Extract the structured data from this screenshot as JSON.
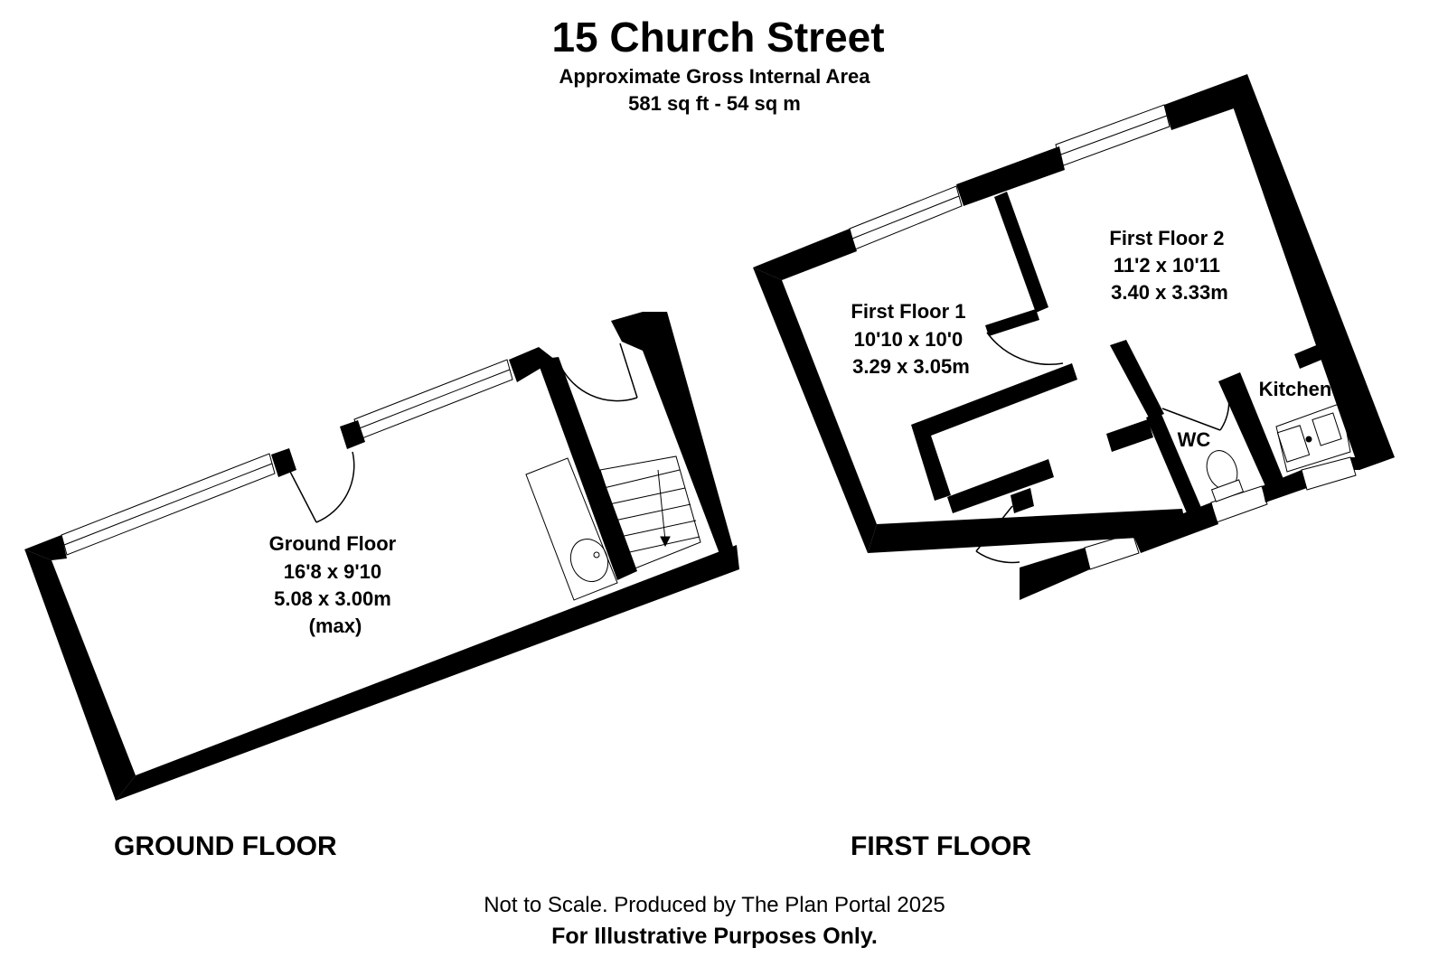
{
  "header": {
    "title": "15 Church Street",
    "area_label": "Approximate Gross Internal Area",
    "area_value": "581 sq ft - 54 sq m"
  },
  "ground_floor": {
    "floor_label": "GROUND FLOOR",
    "room": {
      "name": "Ground Floor",
      "imperial": "16'8 x 9'10",
      "metric": "5.08 x 3.00m",
      "note": "(max)"
    }
  },
  "first_floor": {
    "floor_label": "FIRST FLOOR",
    "rooms": [
      {
        "name": "First Floor 1",
        "imperial": "10'10 x 10'0",
        "metric": "3.29 x 3.05m"
      },
      {
        "name": "First Floor 2",
        "imperial": "11'2 x 10'11",
        "metric": "3.40 x 3.33m"
      },
      {
        "name": "WC"
      },
      {
        "name": "Kitchen"
      }
    ]
  },
  "footer": {
    "disclaimer": "Not to Scale. Produced by The Plan Portal 2025",
    "purpose": "For Illustrative Purposes Only."
  }
}
